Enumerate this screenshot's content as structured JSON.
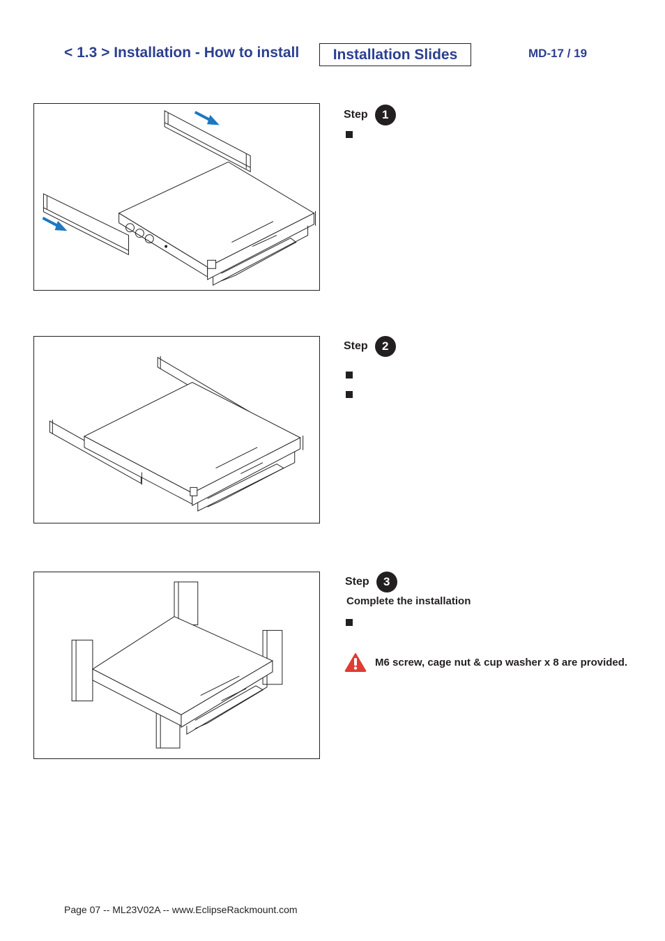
{
  "header": {
    "section_title": "< 1.3 > Installation - How to install",
    "boxed_title": "Installation Slides",
    "page_code": "MD-17 / 19"
  },
  "steps": [
    {
      "label": "Step",
      "number": "1",
      "bullets": 1
    },
    {
      "label": "Step",
      "number": "2",
      "bullets": 2
    },
    {
      "label": "Step",
      "number": "3",
      "subtitle": "Complete the installation",
      "bullets": 1
    }
  ],
  "warning": {
    "icon": "warning-icon",
    "text": "M6 screw, cage nut & cup washer x 8 are provided.",
    "color": "#e03c31"
  },
  "footer": {
    "text": "Page 07 -- ML23V02A -- www.EclipseRackmount.com"
  },
  "colors": {
    "title_blue": "#2b3f8f",
    "arrow_blue": "#1f77c0"
  }
}
